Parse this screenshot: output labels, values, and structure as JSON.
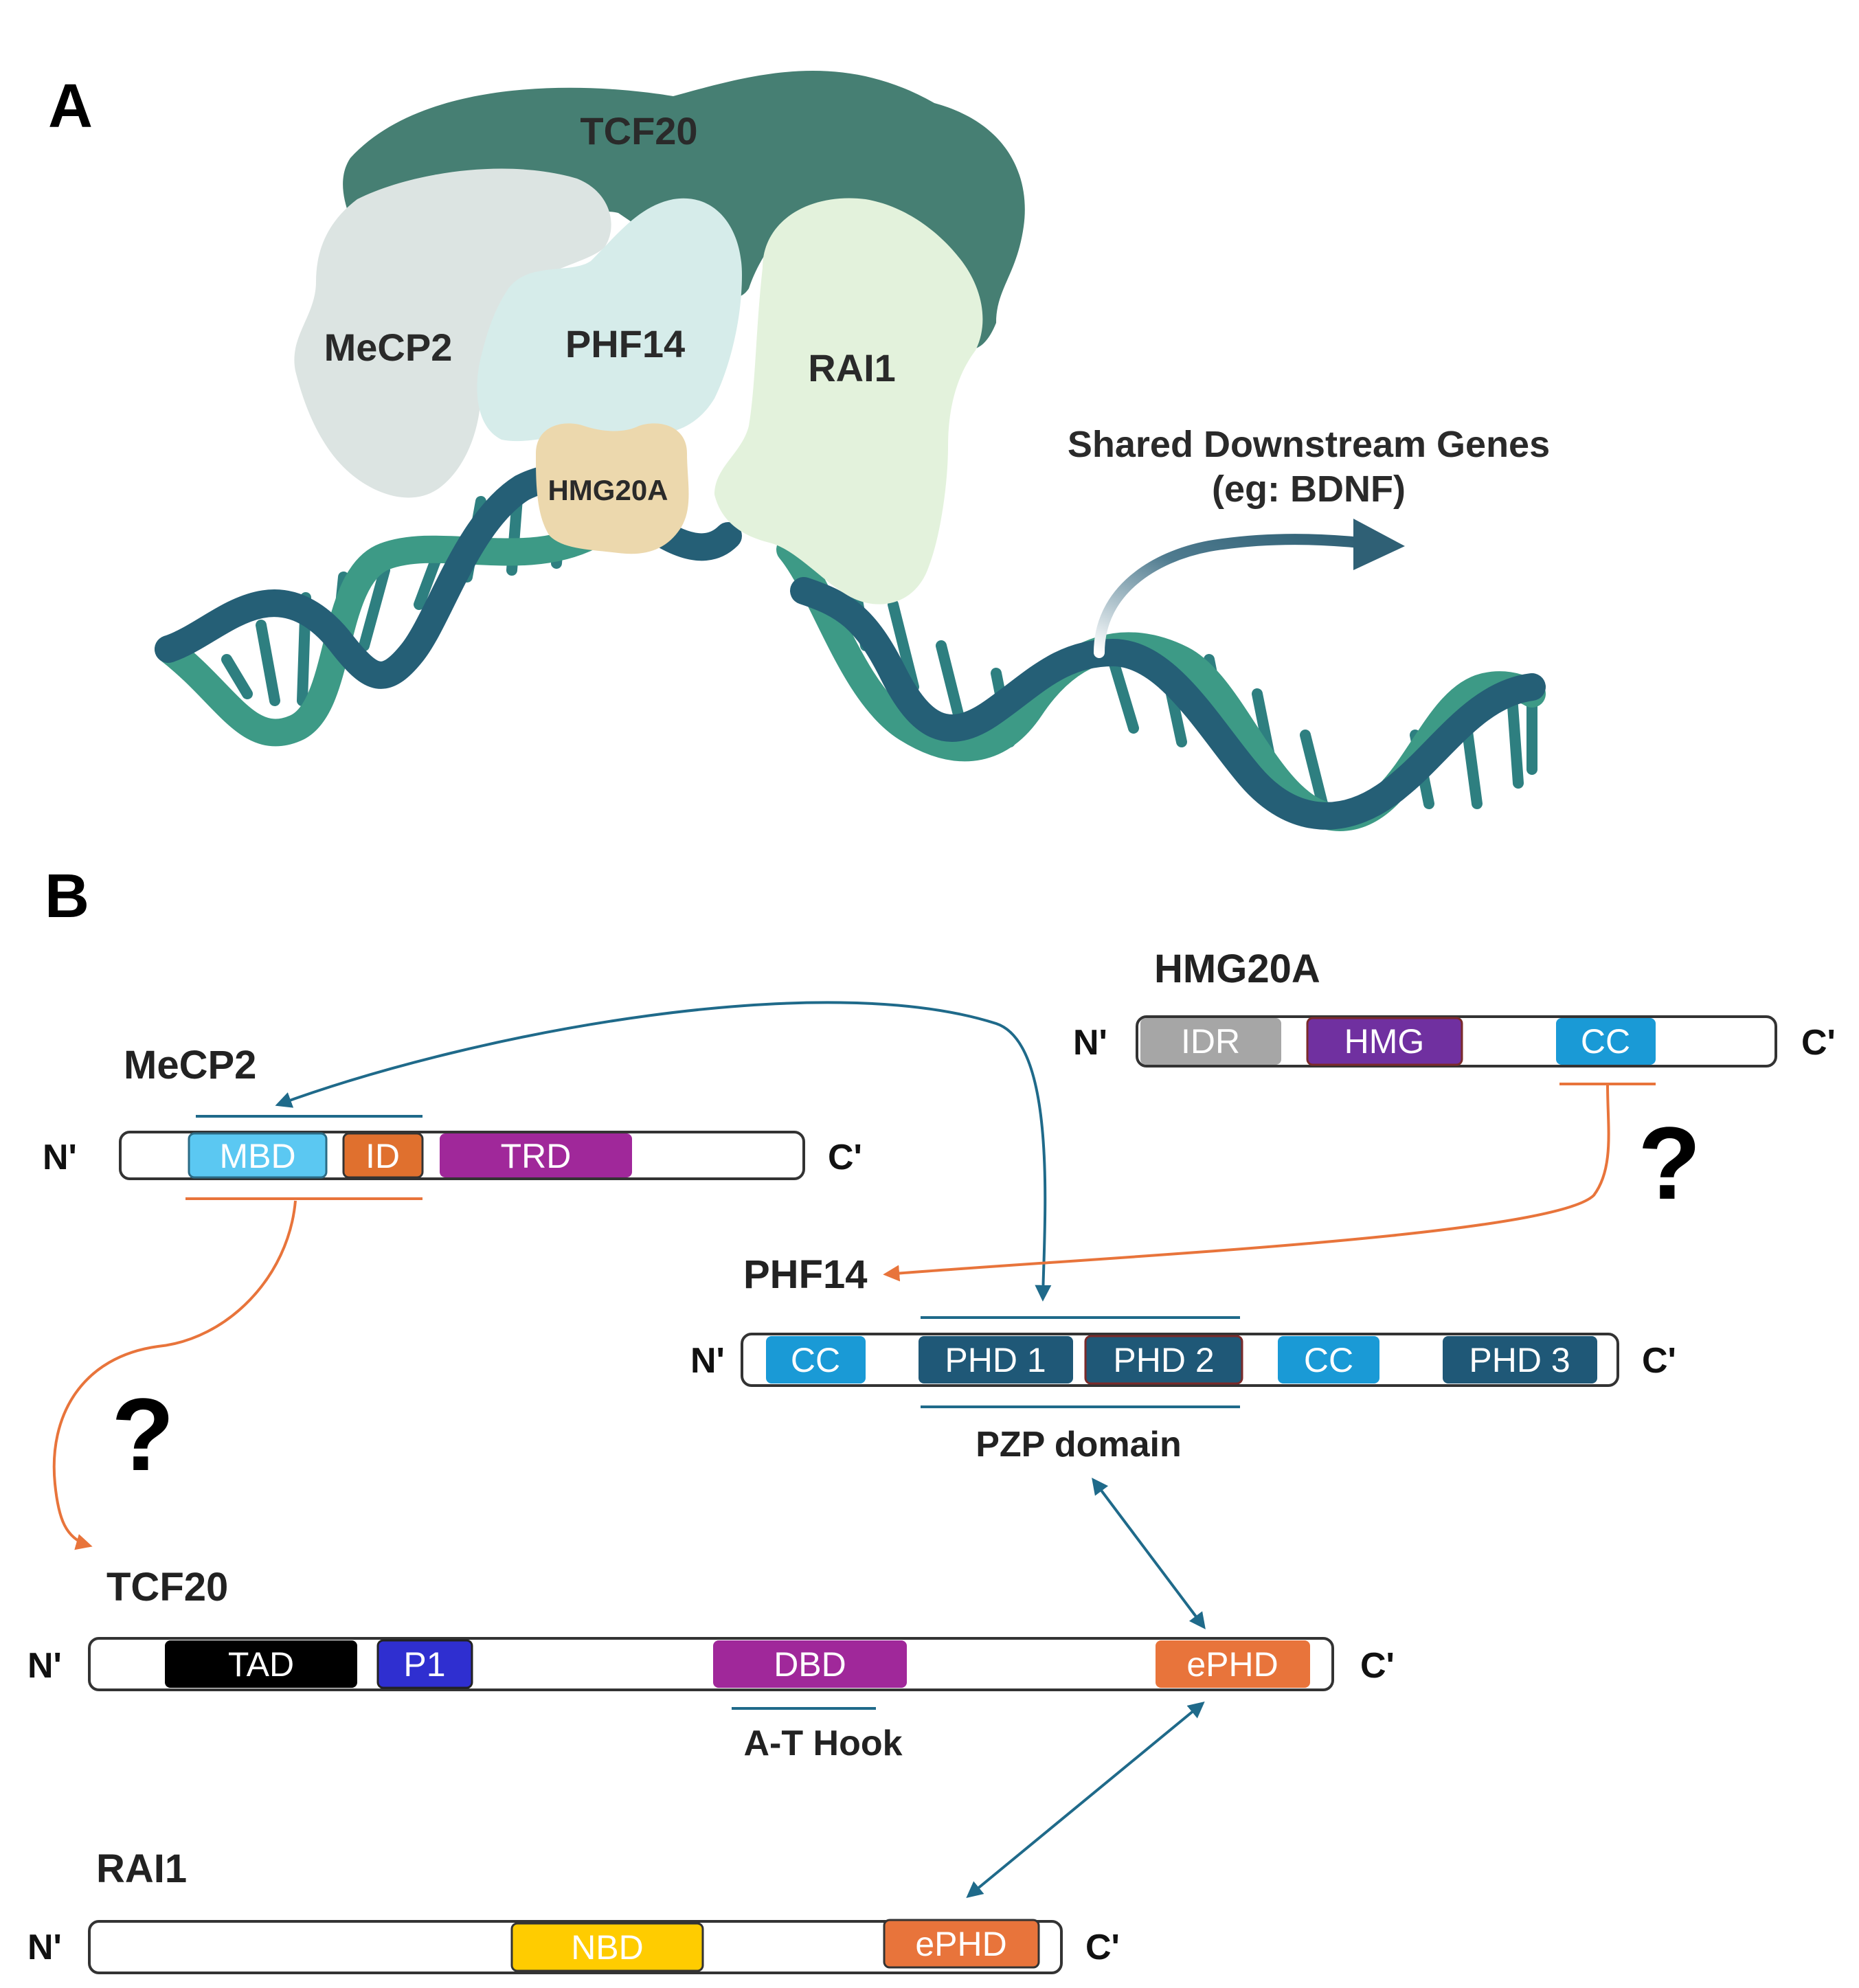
{
  "panelA": {
    "letter": "A",
    "complex": {
      "tcf20": "TCF20",
      "mecp2": "MeCP2",
      "phf14": "PHF14",
      "rai1": "RAI1",
      "hmg20a": "HMG20A"
    },
    "genes_line1": "Shared Downstream Genes",
    "genes_line2": "(eg: BDNF)"
  },
  "panelB": {
    "letter": "B",
    "n_term": "N'",
    "c_term": "C'",
    "question_mark": "?",
    "proteins": [
      {
        "name": "HMG20A",
        "domains": [
          {
            "label": "IDR",
            "color": "#a6a6a6"
          },
          {
            "label": "HMG",
            "color": "#7030a0"
          },
          {
            "label": "CC",
            "color": "#1a9ad6"
          }
        ]
      },
      {
        "name": "MeCP2",
        "domains": [
          {
            "label": "MBD",
            "color": "#5bc8f2"
          },
          {
            "label": "ID",
            "color": "#e0702e"
          },
          {
            "label": "TRD",
            "color": "#a0289a"
          }
        ]
      },
      {
        "name": "PHF14",
        "domains": [
          {
            "label": "CC",
            "color": "#1a9ad6"
          },
          {
            "label": "PHD 1",
            "color": "#1f5877"
          },
          {
            "label": "PHD 2",
            "color": "#1f5877"
          },
          {
            "label": "CC",
            "color": "#1a9ad6"
          },
          {
            "label": "PHD 3",
            "color": "#1f5877"
          }
        ],
        "region_label": "PZP domain"
      },
      {
        "name": "TCF20",
        "domains": [
          {
            "label": "TAD",
            "color": "#000000"
          },
          {
            "label": "P1",
            "color": "#2f2fd0"
          },
          {
            "label": "DBD",
            "color": "#a0289a"
          },
          {
            "label": "ePHD",
            "color": "#e8743b"
          }
        ],
        "region_label": "A-T Hook"
      },
      {
        "name": "RAI1",
        "domains": [
          {
            "label": "NBD",
            "color": "#ffcc00"
          },
          {
            "label": "ePHD",
            "color": "#e8743b"
          }
        ]
      }
    ]
  }
}
